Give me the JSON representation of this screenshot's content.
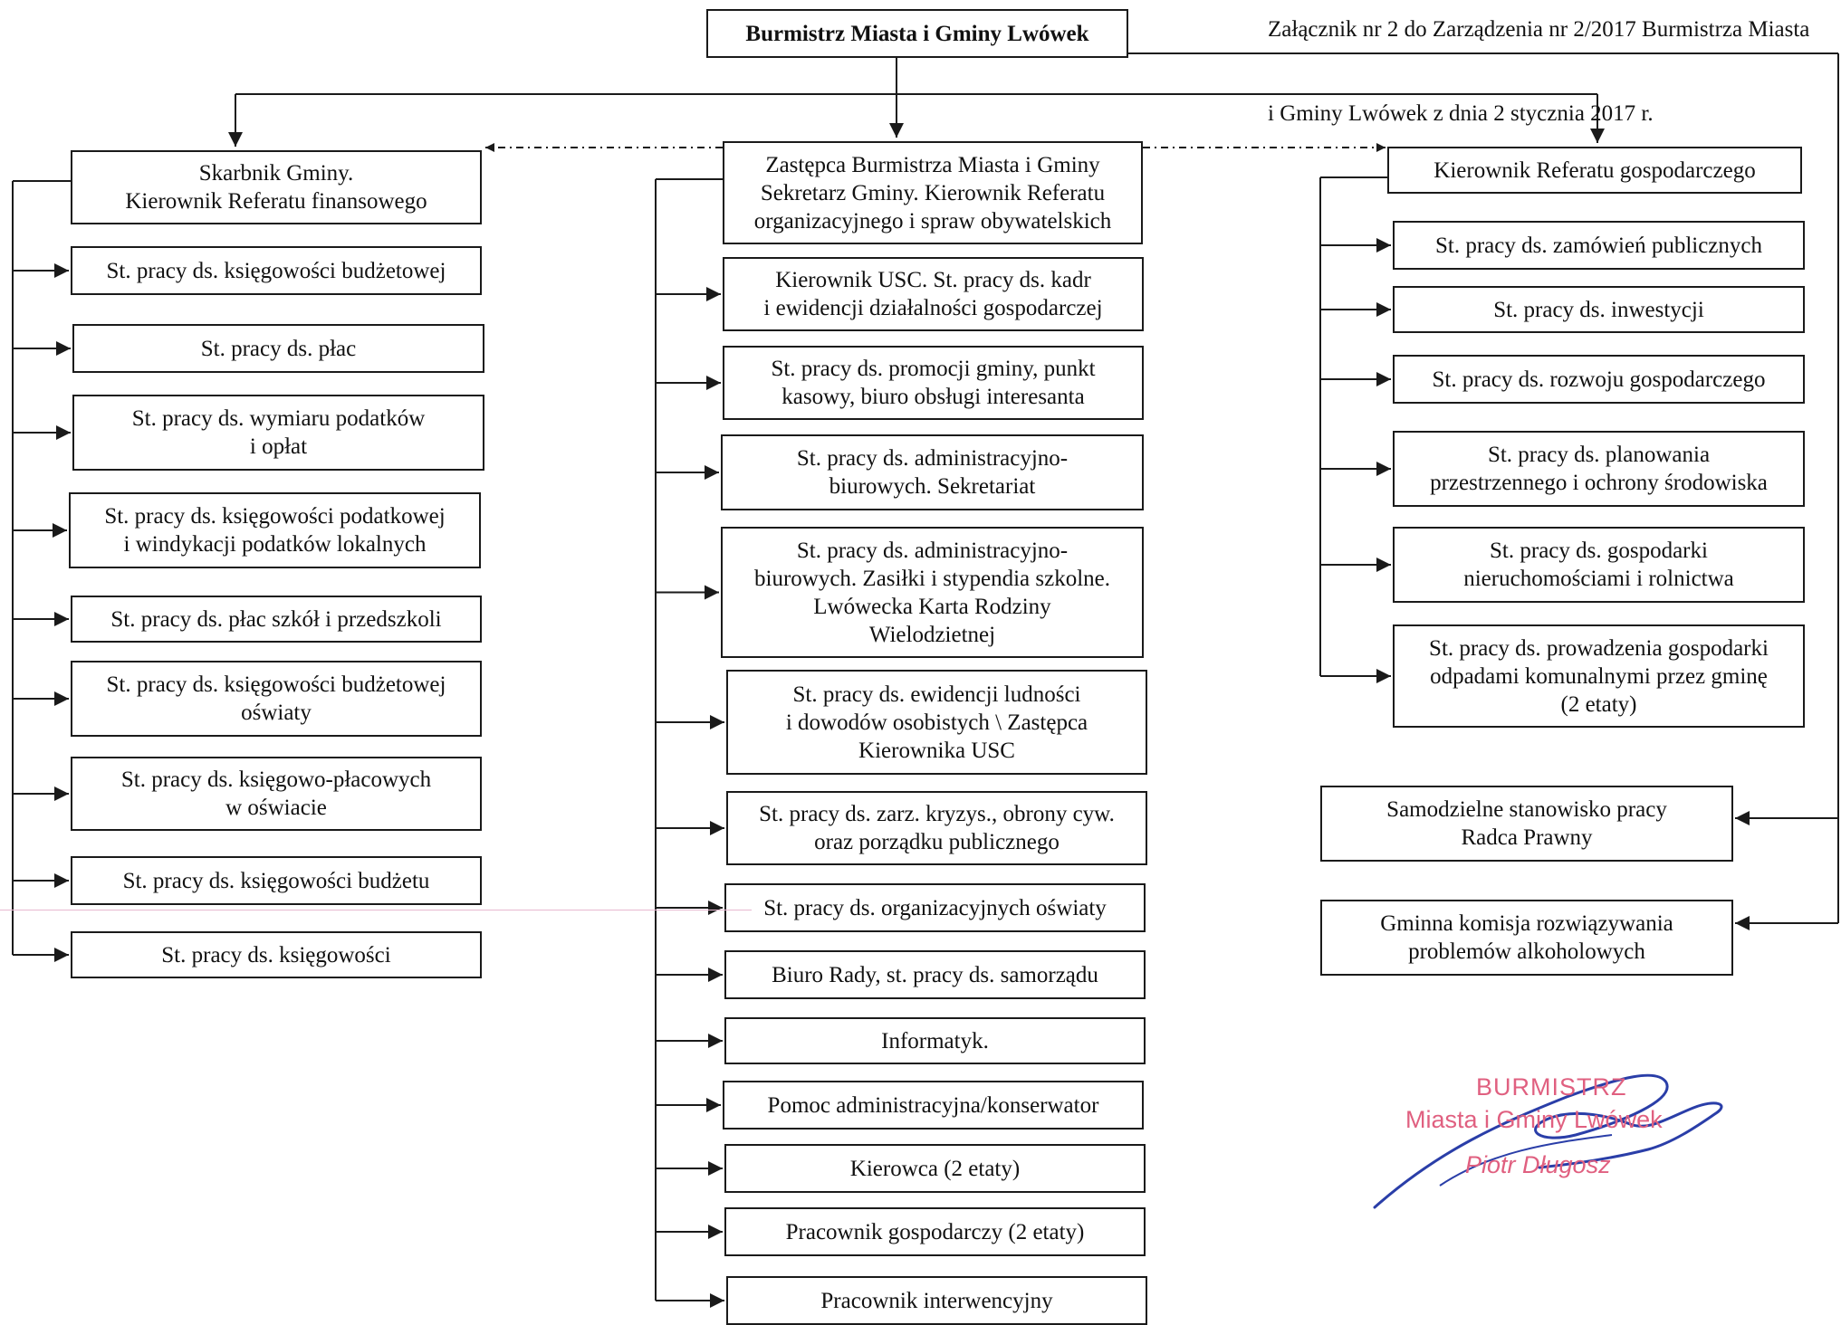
{
  "header_note": {
    "line1": "Załącznik nr 2 do Zarządzenia nr 2/2017 Burmistrza Miasta",
    "line2": "i Gminy Lwówek z dnia 2 stycznia 2017 r."
  },
  "top": {
    "label": "Burmistrz Miasta i Gminy Lwówek"
  },
  "left_column": {
    "head": "Skarbnik Gminy.\nKierownik Referatu finansowego",
    "items": [
      "St. pracy ds. księgowości budżetowej",
      "St. pracy ds. płac",
      "St. pracy ds. wymiaru podatków\ni opłat",
      "St. pracy ds. księgowości podatkowej\ni windykacji podatków lokalnych",
      "St. pracy ds. płac szkół i przedszkoli",
      "St. pracy ds. księgowości budżetowej\noświaty",
      "St. pracy ds. księgowo-płacowych\nw oświacie",
      "St. pracy ds. księgowości budżetu",
      "St. pracy ds. księgowości"
    ]
  },
  "middle_column": {
    "head": "Zastępca Burmistrza Miasta i Gminy\nSekretarz Gminy. Kierownik Referatu\norganizacyjnego i spraw obywatelskich",
    "items": [
      "Kierownik USC. St. pracy ds. kadr\ni ewidencji działalności gospodarczej",
      "St. pracy ds. promocji gminy, punkt\nkasowy, biuro obsługi interesanta",
      "St. pracy ds. administracyjno-\nbiurowych. Sekretariat",
      "St. pracy ds. administracyjno-\nbiurowych. Zasiłki i stypendia szkolne.\nLwówecka Karta Rodziny\nWielodzietnej",
      "St. pracy ds. ewidencji ludności\ni dowodów osobistych \\ Zastępca\nKierownika USC",
      "St. pracy ds. zarz. kryzys., obrony cyw.\noraz porządku publicznego",
      "St. pracy ds. organizacyjnych oświaty",
      "Biuro Rady, st. pracy ds. samorządu",
      "Informatyk.",
      "Pomoc administracyjna/konserwator",
      "Kierowca (2 etaty)",
      "Pracownik gospodarczy (2 etaty)",
      "Pracownik interwencyjny"
    ]
  },
  "right_column": {
    "head": "Kierownik Referatu gospodarczego",
    "items": [
      "St. pracy ds. zamówień publicznych",
      "St. pracy ds. inwestycji",
      "St. pracy ds. rozwoju gospodarczego",
      "St. pracy ds. planowania\nprzestrzennego i ochrony środowiska",
      "St. pracy ds. gospodarki\nnieruchomościami i rolnictwa",
      "St. pracy ds. prowadzenia gospodarki\nodpadami komunalnymi przez gminę\n(2 etaty)"
    ]
  },
  "standalone": [
    "Samodzielne stanowisko pracy\nRadca Prawny",
    "Gminna komisja rozwiązywania\nproblemów alkoholowych"
  ],
  "stamp": {
    "line1": "BURMISTRZ",
    "line2": "Miasta i Gminy Lwówek",
    "line3": "Piotr Długosz"
  },
  "colors": {
    "lines": "#1a1a1a",
    "stamp": "#e06080",
    "signature": "#2a3ea8"
  }
}
